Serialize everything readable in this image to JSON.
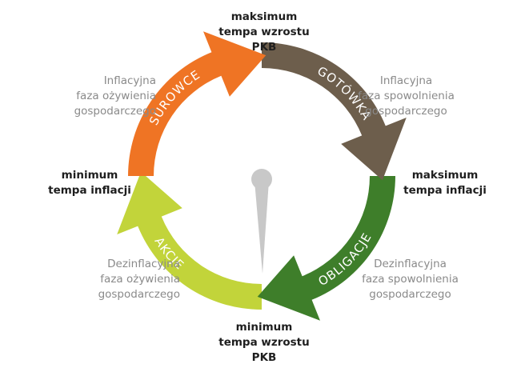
{
  "cycle": {
    "segments": [
      {
        "id": "surowce",
        "label": "SUROWCE",
        "color": "#ef7424"
      },
      {
        "id": "gotowka",
        "label": "GOTÓWKA",
        "color": "#6d5e4c"
      },
      {
        "id": "obligacje",
        "label": "OBLIGACJE",
        "color": "#3e7e2a"
      },
      {
        "id": "akcje",
        "label": "AKCJE",
        "color": "#c2d43a"
      }
    ],
    "pointer_color": "#c8c8c8"
  },
  "labels": {
    "top": {
      "line1": "maksimum",
      "line2": "tempa wzrostu",
      "line3": "PKB"
    },
    "bottom": {
      "line1": "minimum",
      "line2": "tempa wzrostu",
      "line3": "PKB"
    },
    "left": {
      "line1": "minimum",
      "line2": "tempa inflacji"
    },
    "right": {
      "line1": "maksimum",
      "line2": "tempa inflacji"
    },
    "top_left": {
      "line1": "Inflacyjna",
      "line2": "faza ożywienia",
      "line3": "gospodarczego"
    },
    "top_right": {
      "line1": "Inflacyjna",
      "line2": "faza spowolnienia",
      "line3": "gospodarczego"
    },
    "bottom_left": {
      "line1": "Dezinflacyjna",
      "line2": "faza ożywienia",
      "line3": "gospodarczego"
    },
    "bottom_right": {
      "line1": "Dezinflacyjna",
      "line2": "faza spowolnienia",
      "line3": "gospodarczego"
    }
  }
}
